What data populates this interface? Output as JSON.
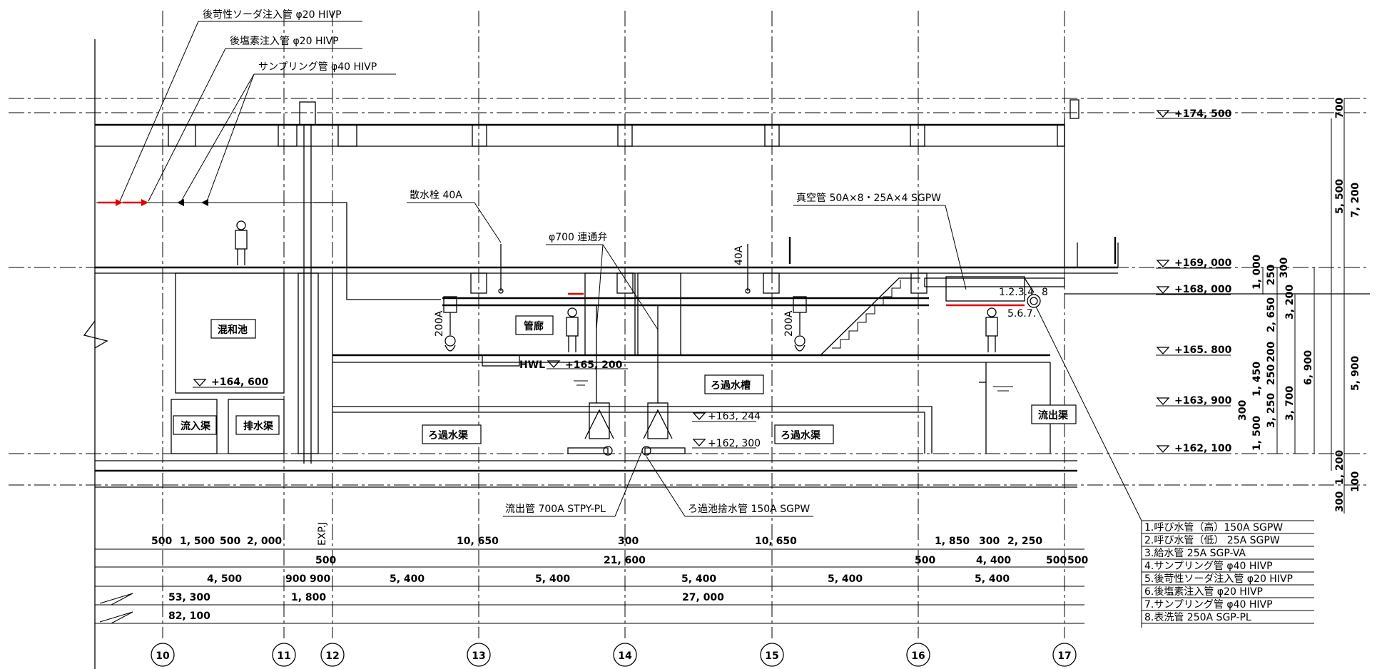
{
  "top_labels": {
    "soda": "後苛性ソーダ注入管 φ20 HIVP",
    "chlorine": "後塩素注入管 φ20 HIVP",
    "sampling": "サンプリング管 φ40 HIVP"
  },
  "annotations": {
    "sprinkler": "散水栓 40A",
    "valve700": "φ700 連通弁",
    "vacuum": "真空管 50A×8・25A×4 SGPW",
    "outflow": "流出管 700A STPY-PL",
    "drain": "ろ過池捨水管 150A SGPW",
    "pipe200a_left": "200A",
    "pipe200a_right": "200A",
    "pipe40a": "40A",
    "expj": "EXP.J",
    "hwl": "HWL",
    "vac_nums_a": "1.2.3.4.",
    "vac_nums_b": "8",
    "vac_nums_c": "5.6.7."
  },
  "rooms": {
    "mixing": "混和池",
    "corridor": "管廊",
    "inflow": "流入渠",
    "drainage": "排水渠",
    "filter_tank": "ろ過水槽",
    "filter_channel_left": "ろ過水渠",
    "filter_channel_right": "ろ過水渠",
    "outflow_channel": "流出渠"
  },
  "levels": {
    "l174500": "+174, 500",
    "l169000": "+169, 000",
    "l168000": "+168, 000",
    "l165800": "+165. 800",
    "l163900": "+163, 900",
    "l162100": "+162, 100",
    "l164600": "+164, 600",
    "l165200": "+165, 200",
    "l163244": "+163, 244",
    "l162300": "+162, 300"
  },
  "right_dims": {
    "d700": "700",
    "d5500": "5, 500",
    "d7200": "7, 200",
    "d250": "250",
    "d300a": "300",
    "d1000": "1, 000",
    "d2650": "2, 650",
    "d3200": "3, 200",
    "d200": "200",
    "d250b": "250",
    "d1450": "1, 450",
    "d300b": "300",
    "d3250": "3, 250",
    "d1500": "1, 500",
    "d3700": "3, 700",
    "d6900": "6, 900",
    "d5900": "5, 900",
    "d1200": "1, 200",
    "d300c": "300",
    "d100": "100"
  },
  "bottom_dims": {
    "r1_500": "500",
    "r1_1500": "1, 500",
    "r1_500b": "500",
    "r1_2000": "2, 000",
    "r1_10650a": "10, 650",
    "r1_300": "300",
    "r1_10650b": "10, 650",
    "r1_1850": "1, 850",
    "r1_300b": "300",
    "r1_2250": "2, 250",
    "r2_500": "500",
    "r2_21600": "21, 600",
    "r2_500b": "500",
    "r2_4400": "4, 400",
    "r2_500c": "500",
    "r2_500d": "500",
    "r3_4500": "4, 500",
    "r3_900a": "900",
    "r3_900b": "900",
    "r3_5400a": "5, 400",
    "r3_5400b": "5, 400",
    "r3_5400c": "5, 400",
    "r3_5400d": "5, 400",
    "r3_5400e": "5, 400",
    "r4_53300": "53, 300",
    "r4_1800": "1, 800",
    "r4_27000": "27, 000",
    "r5_82100": "82, 100"
  },
  "axes": [
    "10",
    "11",
    "12",
    "13",
    "14",
    "15",
    "16",
    "17"
  ],
  "legend": [
    "1.呼び水管（高）150A SGPW",
    "2.呼び水管（低） 25A SGPW",
    "3.給水管 25A SGP-VA",
    "4.サンプリング管 φ40 HIVP",
    "5.後苛性ソーダ注入管 φ20 HIVP",
    "6.後塩素注入管 φ20 HIVP",
    "7.サンプリング管 φ40 HIVP",
    "8.表洗管 250A SGP-PL"
  ],
  "colors": {
    "line": "#000000",
    "highlight": "#e00000",
    "background": "#ffffff"
  }
}
